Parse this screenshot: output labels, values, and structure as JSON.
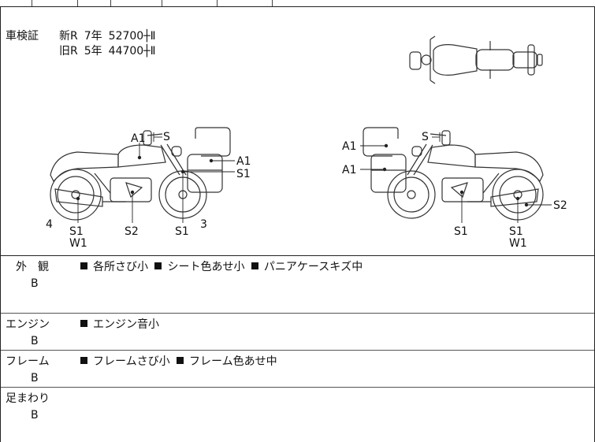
{
  "shaken": {
    "label": "車検証",
    "rows": [
      {
        "type": "新R",
        "years": "7年",
        "fee": "52700┼Ⅱ"
      },
      {
        "type": "旧R",
        "years": "5年",
        "fee": "44700┼Ⅱ"
      }
    ]
  },
  "diagram": {
    "left": {
      "callouts": [
        "A1",
        "S",
        "A1",
        "S1"
      ],
      "bottom_labels": [
        "4",
        "S1",
        "W1",
        "S2",
        "S1",
        "3"
      ]
    },
    "right": {
      "callouts": [
        "A1",
        "A1",
        "S",
        "S2"
      ],
      "bottom_labels": [
        "S1",
        "S1",
        "W1"
      ]
    }
  },
  "sections": [
    {
      "name": "外　観",
      "grade": "B",
      "items": [
        "各所さび小",
        "シート色あせ小",
        "パニアケースキズ中"
      ]
    },
    {
      "name": "エンジン",
      "grade": "B",
      "items": [
        "エンジン音小"
      ]
    },
    {
      "name": "フレーム",
      "grade": "B",
      "items": [
        "フレームさび小",
        "フレーム色あせ中"
      ]
    },
    {
      "name": "足まわり",
      "grade": "B",
      "items": []
    }
  ],
  "colors": {
    "line": "#222222",
    "text": "#111111"
  }
}
